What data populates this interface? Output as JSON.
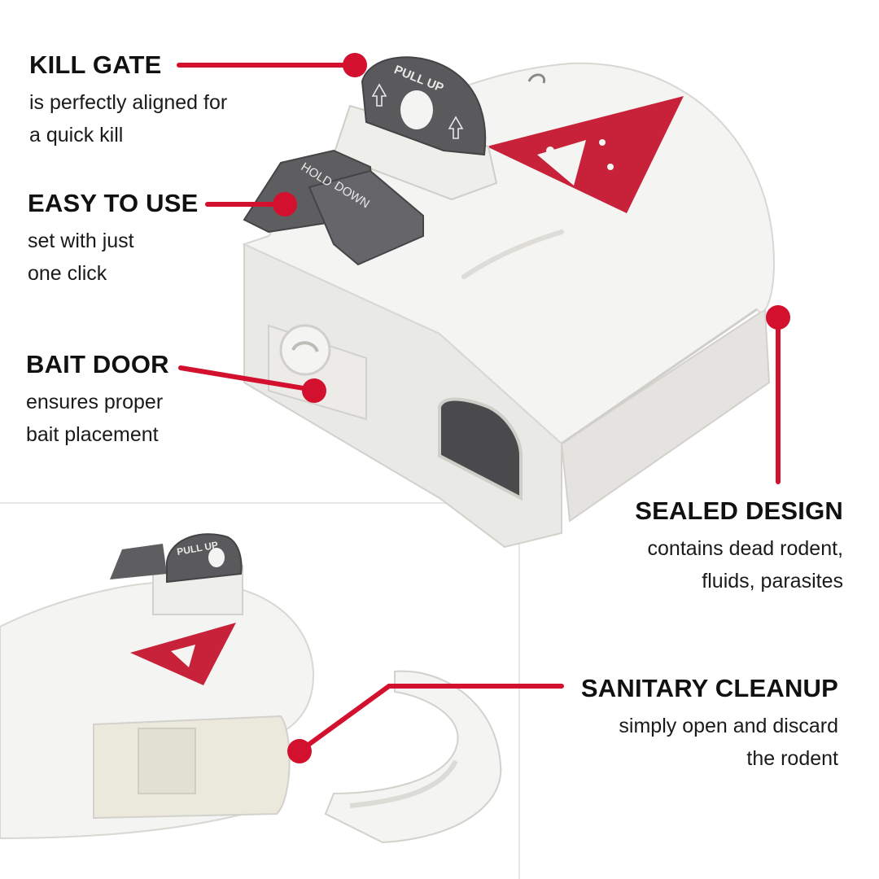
{
  "colors": {
    "accent": "#d3102e",
    "device_body": "#f2f2f0",
    "device_shadow": "#d9d8d4",
    "gate_gray": "#5a5a5c",
    "logo_red": "#c8223a",
    "divider": "#e6e6e6"
  },
  "features": [
    {
      "title": "KILL GATE",
      "lines": [
        "is perfectly aligned for",
        "a quick kill"
      ]
    },
    {
      "title": "EASY TO USE",
      "lines": [
        "set with just",
        "one click"
      ]
    },
    {
      "title": "BAIT DOOR",
      "lines": [
        "ensures proper",
        "bait placement"
      ]
    },
    {
      "title": "SEALED DESIGN",
      "lines": [
        "contains dead rodent,",
        "fluids, parasites"
      ]
    },
    {
      "title": "SANITARY CLEANUP",
      "lines": [
        "simply open and discard",
        "the rodent"
      ]
    }
  ],
  "device": {
    "pull_up_text": "PULL UP",
    "hold_text": "HOLD",
    "down_text": "DOWN"
  }
}
